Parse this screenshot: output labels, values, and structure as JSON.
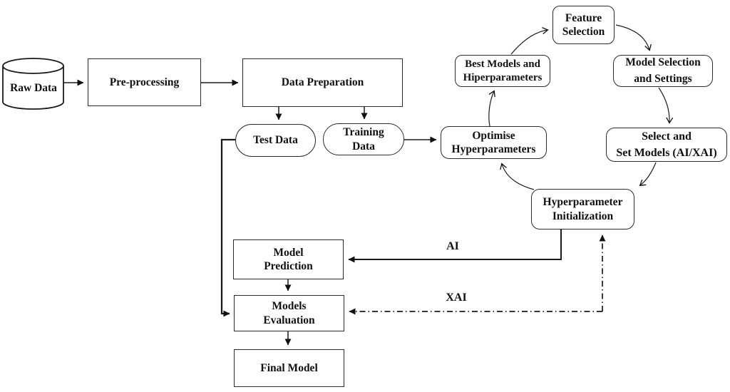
{
  "diagram": {
    "type": "flowchart",
    "background": "#ffffff",
    "stroke_color": "#1a1a1a",
    "text_color": "#111111",
    "nodes": {
      "raw_data": {
        "label": "Raw Data",
        "shape": "cylinder"
      },
      "preprocessing": {
        "label": "Pre-processing",
        "shape": "rect"
      },
      "data_preparation": {
        "label": "Data Preparation",
        "shape": "rect"
      },
      "test_data": {
        "label": "Test Data",
        "shape": "stadium"
      },
      "training_data": {
        "label": "Training\nData",
        "shape": "stadium"
      },
      "optimise_hyperparameters": {
        "label": "Optimise\nHyperparameters",
        "shape": "rounded"
      },
      "best_models": {
        "label": "Best Models and\nHiperparameters",
        "shape": "rounded"
      },
      "feature_selection": {
        "label": "Feature\nSelection",
        "shape": "rounded"
      },
      "model_selection": {
        "label": "Model Selection\nand Settings",
        "shape": "rounded"
      },
      "select_set_models": {
        "label": "Select and\nSet Models (AI/XAI)",
        "shape": "rounded"
      },
      "hyperparameter_initialization": {
        "label": "Hyperparameter\nInitialization",
        "shape": "rounded"
      },
      "model_prediction": {
        "label": "Model\nPrediction",
        "shape": "rect"
      },
      "models_evaluation": {
        "label": "Models\nEvaluation",
        "shape": "rect"
      },
      "final_model": {
        "label": "Final Model",
        "shape": "rect"
      }
    },
    "edge_labels": {
      "ai": "AI",
      "xai": "XAI"
    },
    "edges": [
      {
        "from": "raw_data",
        "to": "preprocessing",
        "style": "solid-arrow"
      },
      {
        "from": "preprocessing",
        "to": "data_preparation",
        "style": "solid-arrow"
      },
      {
        "from": "data_preparation",
        "to": "test_data",
        "style": "solid-arrow"
      },
      {
        "from": "data_preparation",
        "to": "training_data",
        "style": "solid-arrow"
      },
      {
        "from": "training_data",
        "to": "optimise_hyperparameters",
        "style": "solid-arrow"
      },
      {
        "from": "optimise_hyperparameters",
        "to": "best_models",
        "style": "curved-arrow"
      },
      {
        "from": "best_models",
        "to": "feature_selection",
        "style": "curved-arrow"
      },
      {
        "from": "feature_selection",
        "to": "model_selection",
        "style": "curved-arrow"
      },
      {
        "from": "model_selection",
        "to": "select_set_models",
        "style": "curved-arrow"
      },
      {
        "from": "select_set_models",
        "to": "hyperparameter_initialization",
        "style": "curved-arrow"
      },
      {
        "from": "hyperparameter_initialization",
        "to": "optimise_hyperparameters",
        "style": "curved-arrow"
      },
      {
        "from": "hyperparameter_initialization",
        "to": "model_prediction",
        "style": "solid-arrow",
        "label": "AI"
      },
      {
        "from": "models_evaluation",
        "to": "hyperparameter_initialization",
        "style": "dash-dot-double-arrow",
        "label": "XAI"
      },
      {
        "from": "test_data",
        "to": "models_evaluation",
        "style": "solid-arrow"
      },
      {
        "from": "model_prediction",
        "to": "models_evaluation",
        "style": "solid-arrow"
      },
      {
        "from": "models_evaluation",
        "to": "final_model",
        "style": "solid-arrow"
      }
    ]
  }
}
